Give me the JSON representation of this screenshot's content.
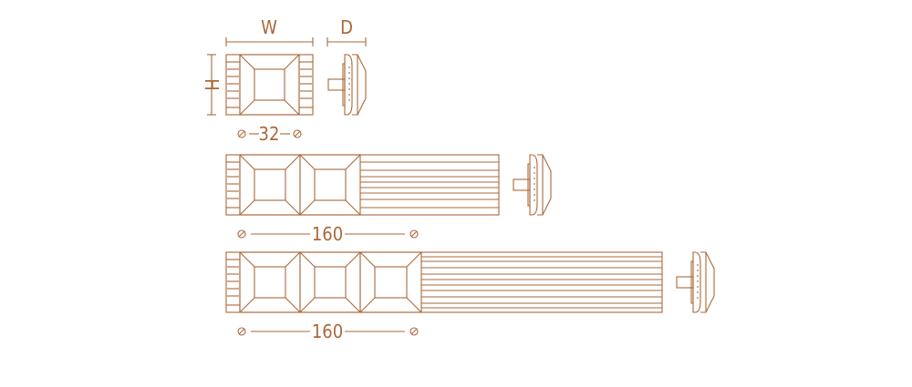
{
  "labels": {
    "width": "W",
    "depth": "D",
    "height": "H",
    "spacing_small": "32",
    "spacing_large_1": "160",
    "spacing_large_2": "160"
  },
  "colors": {
    "line": "#a9683a",
    "background": "#ffffff"
  }
}
